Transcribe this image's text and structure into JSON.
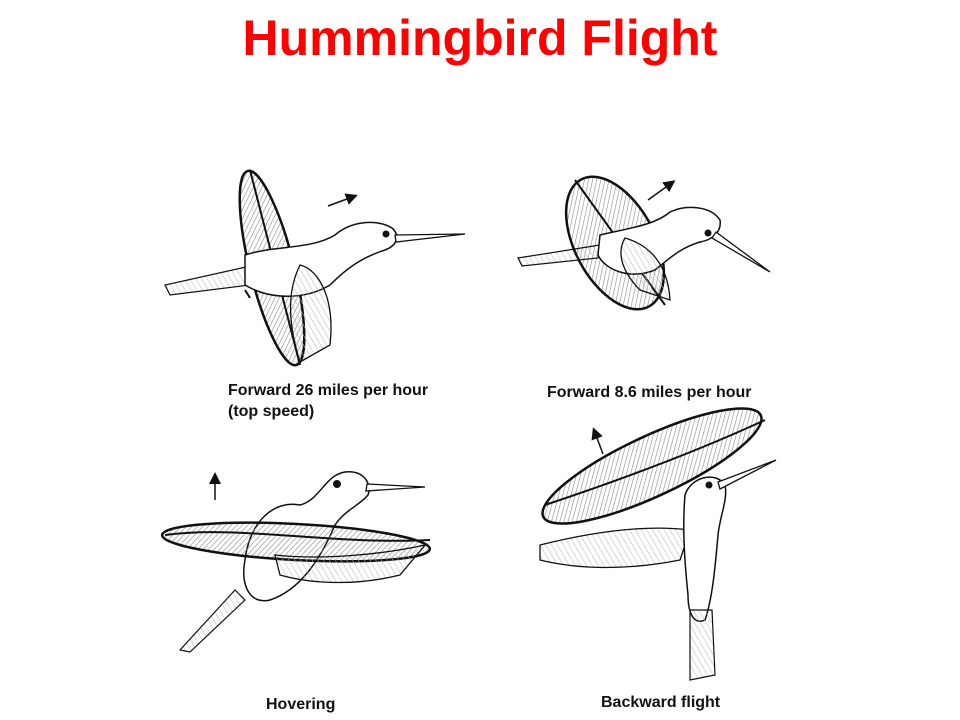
{
  "title": "Hummingbird Flight",
  "colors": {
    "title": "#ff0000",
    "ink": "#111111",
    "shade": "#9a9a9a"
  },
  "panels": [
    {
      "caption_line1": "Forward 26 miles per hour",
      "caption_line2": "(top speed)"
    },
    {
      "caption_line1": "Forward 8.6 miles per hour"
    },
    {
      "caption_line1": "Hovering"
    },
    {
      "caption_line1": "Backward flight"
    }
  ]
}
